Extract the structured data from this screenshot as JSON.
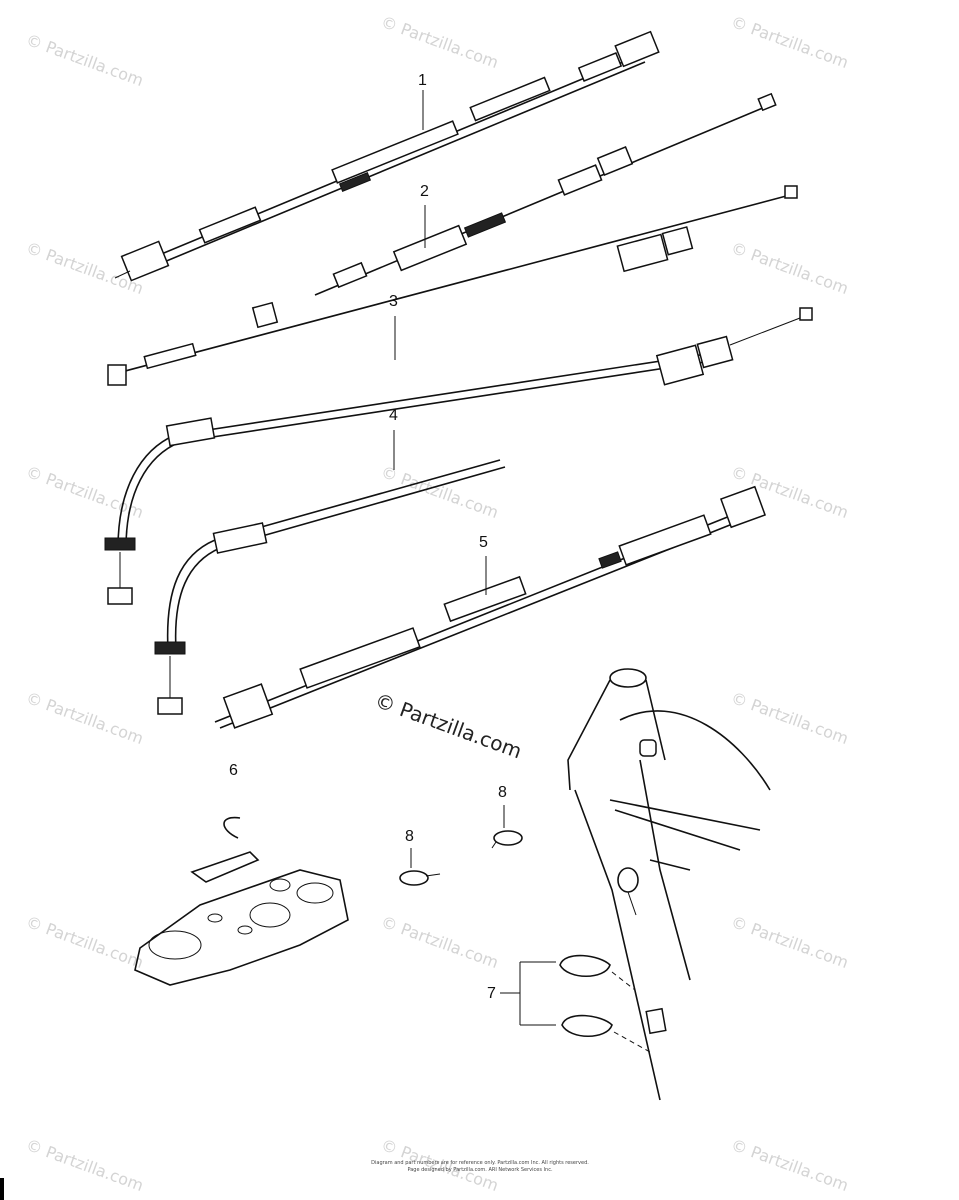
{
  "watermark": {
    "text": "© Partzilla.com"
  },
  "center_mark": {
    "text": "© Partzilla.com"
  },
  "callouts": [
    {
      "id": "1",
      "label": "1"
    },
    {
      "id": "2",
      "label": "2"
    },
    {
      "id": "3",
      "label": "3"
    },
    {
      "id": "4",
      "label": "4"
    },
    {
      "id": "5",
      "label": "5"
    },
    {
      "id": "6",
      "label": "6"
    },
    {
      "id": "7",
      "label": "7"
    },
    {
      "id": "8a",
      "label": "8"
    },
    {
      "id": "8b",
      "label": "8"
    }
  ],
  "footer": {
    "line1": "Diagram and part numbers are for reference only. Partzilla.com Inc. All rights reserved.",
    "line2": "Page designed by Partzilla.com. ARI Network Services Inc."
  }
}
